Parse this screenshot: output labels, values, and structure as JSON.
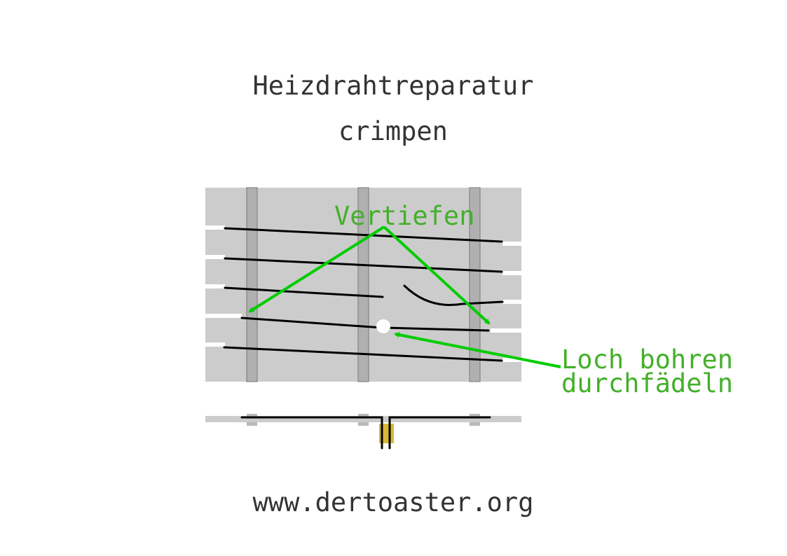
{
  "title": "Heizdrahtreparatur",
  "subtitle": "crimpen",
  "labels": {
    "vertiefen": "Vertiefen",
    "loch_line1": "Loch bohren",
    "loch_line2": "durchfädeln"
  },
  "footer": "www.dertoaster.org",
  "colors": {
    "text": "#333333",
    "label_green": "#44b02a",
    "arrow_green": "#00cc00",
    "board": "#cccccc",
    "bar": "#b0b0b0",
    "wire": "#000000",
    "crimp": "#d4b021"
  }
}
